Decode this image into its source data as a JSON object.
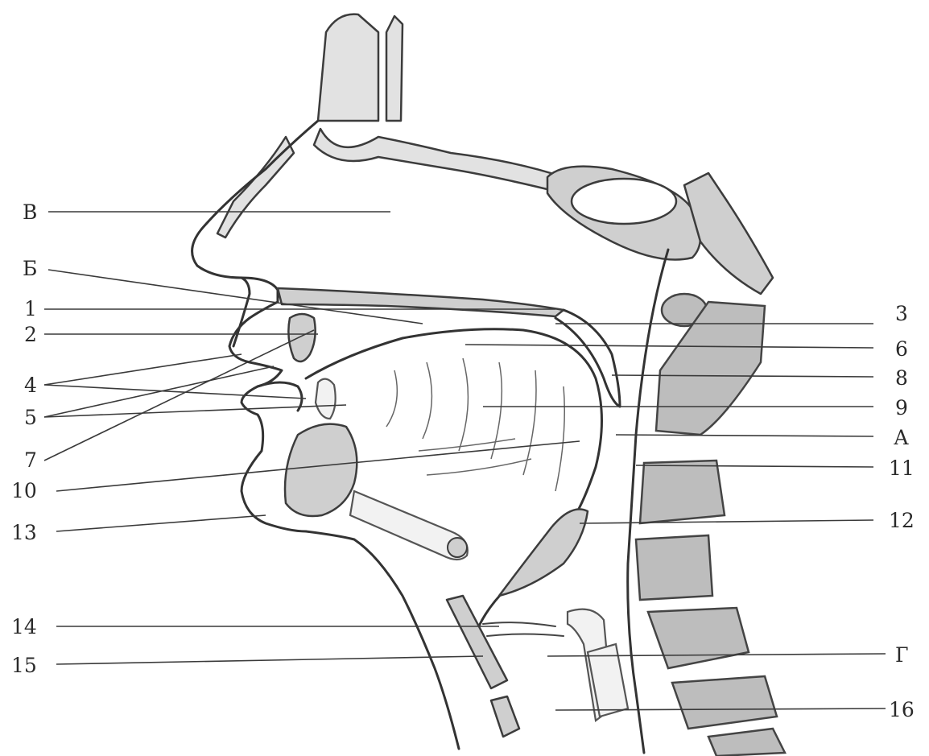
{
  "labels_left": [
    "В",
    "Б",
    "1",
    "2",
    "4",
    "5",
    "7",
    "10",
    "13",
    "14",
    "15"
  ],
  "labels_right": [
    "3",
    "6",
    "8",
    "9",
    "А",
    "11",
    "12",
    "Г",
    "16"
  ],
  "colors": {
    "line": "#333333",
    "bone_fill": "#cfcfcf",
    "vertebra_fill": "#bdbdbd",
    "background": "#ffffff"
  }
}
